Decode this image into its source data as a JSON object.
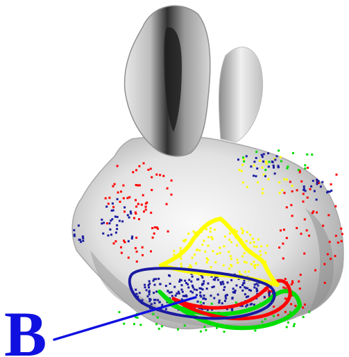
{
  "figure": {
    "label": "B"
  },
  "colors": {
    "background": "#ffffff",
    "mesh_light": "#f2f2f2",
    "mesh_mid": "#c9c9c9",
    "mesh_dark": "#6f6f6f",
    "mesh_darkest": "#2a2a2a",
    "region_yellow": "#ffff00",
    "region_red": "#ff0000",
    "region_green": "#00dd00",
    "region_blue": "#1a1aa0",
    "label_blue": "#1010e0"
  },
  "regions": [
    {
      "name": "yellow-region",
      "color": "yellow"
    },
    {
      "name": "red-region",
      "color": "red"
    },
    {
      "name": "green-region",
      "color": "green"
    },
    {
      "name": "blue-region",
      "color": "blue",
      "label": "B"
    }
  ]
}
